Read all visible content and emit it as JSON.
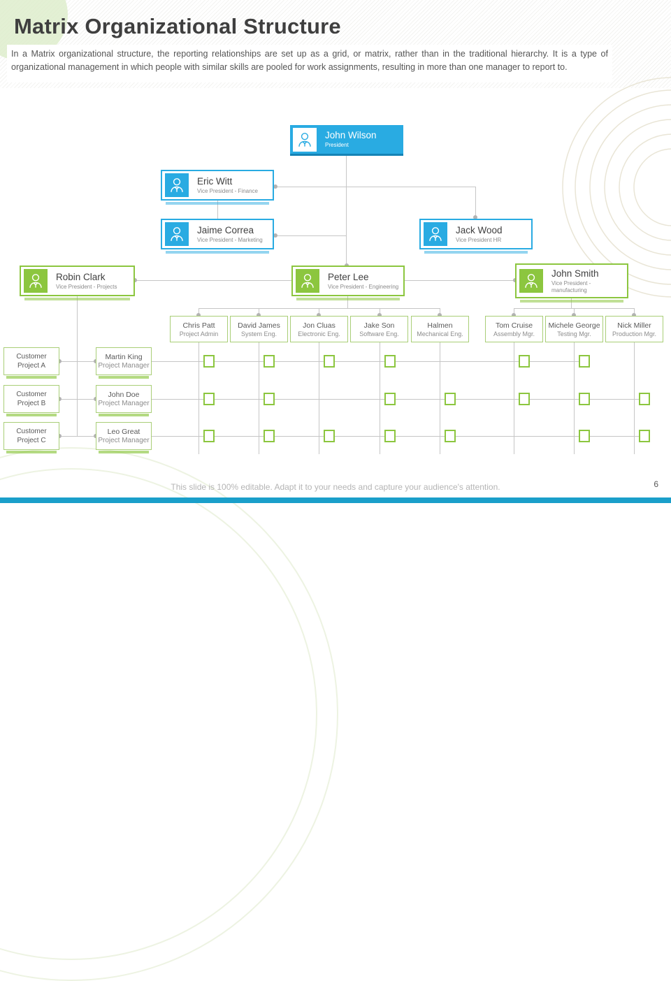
{
  "slide": {
    "title": "Matrix Organizational Structure",
    "description": "In a Matrix organizational structure, the reporting relationships are set up as a grid, or matrix, rather than in the traditional hierarchy. It is a type of organizational management in which people with similar skills are pooled for work assignments, resulting in more than one manager to report to.",
    "footer": "This slide is 100% editable. Adapt it to your needs and capture your audience's attention.",
    "page_number": "6"
  },
  "colors": {
    "accent_blue": "#29ABE2",
    "accent_blue_dark": "#1583B5",
    "accent_green": "#8CC63F",
    "cell_border_green": "#A9CE77",
    "connector_gray": "#C6C6C6",
    "bottom_bar": "#1A9FCA"
  },
  "org": {
    "president": {
      "name": "John Wilson",
      "title": "President"
    },
    "vps": [
      {
        "name": "Eric Witt",
        "title": "Vice President - Finance"
      },
      {
        "name": "Jaime Correa",
        "title": "Vice President - Marketing"
      },
      {
        "name": "Jack Wood",
        "title": "Vice President HR"
      },
      {
        "name": "Robin Clark",
        "title": "Vice President - Projects"
      },
      {
        "name": "Peter Lee",
        "title": "Vice President - Engineering"
      },
      {
        "name": "John Smith",
        "title": "Vice President - manufacturing"
      }
    ],
    "staff": [
      {
        "name": "Chris Patt",
        "title": "Project Admin"
      },
      {
        "name": "David James",
        "title": "System Eng."
      },
      {
        "name": "Jon Cluas",
        "title": "Electronic Eng."
      },
      {
        "name": "Jake Son",
        "title": "Software Eng."
      },
      {
        "name": "Halmen",
        "title": "Mechanical Eng."
      },
      {
        "name": "Tom Cruise",
        "title": "Assembly Mgr."
      },
      {
        "name": "Michele George",
        "title": "Testing Mgr."
      },
      {
        "name": "Nick Miller",
        "title": "Production Mgr."
      }
    ],
    "projects": [
      {
        "customer": "Customer Project A",
        "manager": "Martin King",
        "manager_title": "Project Manager"
      },
      {
        "customer": "Customer Project B",
        "manager": "John Doe",
        "manager_title": "Project Manager"
      },
      {
        "customer": "Customer Project C",
        "manager": "Leo Great",
        "manager_title": "Project Manager"
      }
    ],
    "matrix": {
      "rows": [
        [
          1,
          1,
          1,
          1,
          0,
          1,
          1,
          0
        ],
        [
          1,
          1,
          0,
          1,
          1,
          1,
          1,
          1
        ],
        [
          1,
          1,
          1,
          1,
          1,
          0,
          1,
          1
        ]
      ]
    }
  }
}
